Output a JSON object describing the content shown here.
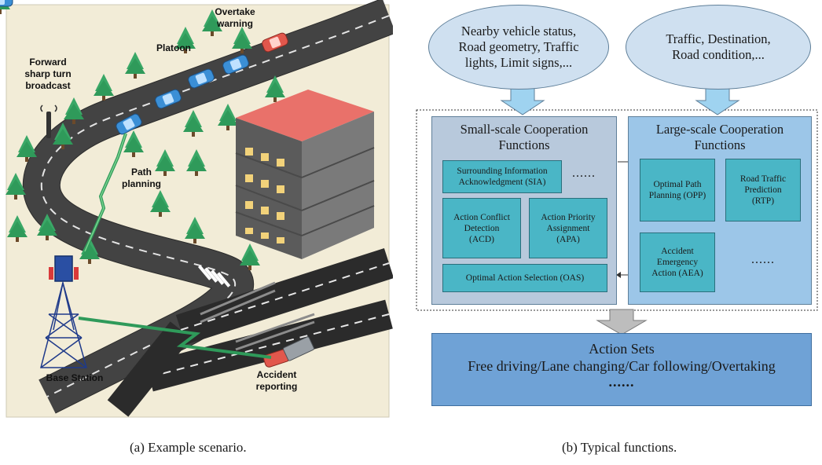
{
  "scenario": {
    "labels": {
      "overtake": "Overtake\nwarning",
      "platoon": "Platoon",
      "forward": "Forward\nsharp turn\nbroadcast",
      "path": "Path\nplanning",
      "base": "Base Station",
      "accident": "Accident\nreporting"
    },
    "caption": "(a) Example scenario."
  },
  "functions": {
    "inputs": {
      "left": "Nearby vehicle status,\nRoad geometry, Traffic\nlights, Limit signs,...",
      "right": "Traffic, Destination,\nRoad condition,..."
    },
    "small": {
      "title": "Small-scale Cooperation\nFunctions",
      "sia": "Surrounding Information\nAcknowledgment (SIA)",
      "sia_dots": "......",
      "acd": "Action Conflict\nDetection\n(ACD)",
      "apa": "Action Priority\nAssignment\n(APA)",
      "oas": "Optimal Action Selection (OAS)"
    },
    "large": {
      "title": "Large-scale Cooperation\nFunctions",
      "opp": "Optimal Path\nPlanning (OPP)",
      "rtp": "Road Traffic\nPrediction\n(RTP)",
      "aea": "Accident\nEmergency\nAction (AEA)",
      "dots": "......"
    },
    "actions": {
      "title": "Action Sets",
      "list": "Free driving/Lane changing/Car following/Overtaking",
      "dots": "......"
    },
    "caption": "(b) Typical functions."
  },
  "colors": {
    "sky": "#cfe0f0",
    "small_box": "#b8c9dc",
    "large_box": "#9cc6e8",
    "inner_box": "#4ab6c6",
    "action_box": "#6fa2d6",
    "road": "#2b2b2b",
    "tree": "#3aa867",
    "building_roof": "#e9716a",
    "car": "#3b8fd6"
  }
}
